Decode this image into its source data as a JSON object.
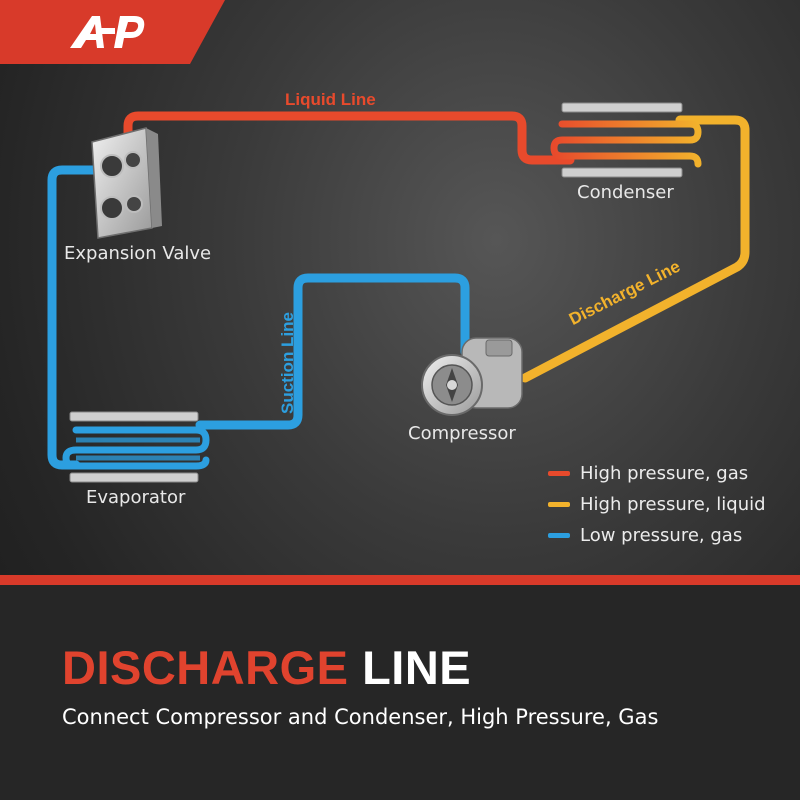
{
  "brand": {
    "logo_text": "A-P",
    "logo_color": "#d83a2a"
  },
  "components": {
    "condenser": "Condenser",
    "expansion_valve": "Expansion Valve",
    "compressor": "Compressor",
    "evaporator": "Evaporator"
  },
  "lines": {
    "liquid": {
      "label": "Liquid Line",
      "color": "#e84a2c"
    },
    "discharge": {
      "label": "Discharge Line",
      "color": "#f2b22c"
    },
    "suction": {
      "label": "Suction Line",
      "color": "#2c9fe0"
    }
  },
  "legend": [
    {
      "label": "High pressure, gas",
      "color": "#e84a2c"
    },
    {
      "label": "High pressure, liquid",
      "color": "#f2b22c"
    },
    {
      "label": "Low pressure, gas",
      "color": "#2c9fe0"
    }
  ],
  "headline": {
    "accent": "DISCHARGE",
    "rest": "LINE"
  },
  "subline": "Connect Compressor and Condenser, High Pressure, Gas"
}
